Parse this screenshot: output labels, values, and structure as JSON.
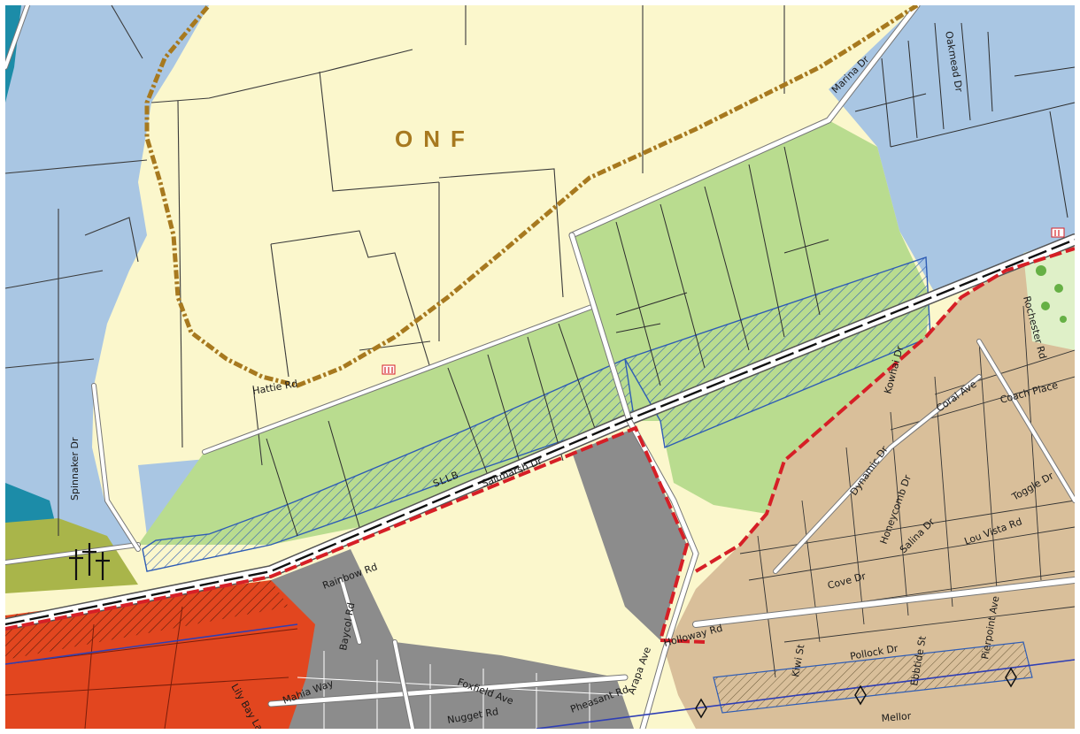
{
  "map": {
    "region_label": "ONF",
    "zone_label": "SLLB",
    "street_labels": [
      "Spinnaker Dr",
      "Marina Dr",
      "Oakmead Dr",
      "Saltmarsh Dr",
      "Rochester Rd",
      "Dynamic Dr",
      "Honeycomb Dr",
      "Salina Dr",
      "Coach Place",
      "Coral Ave",
      "Lou Vista Rd",
      "Toggle Dr",
      "Holloway Rd",
      "Cove Dr",
      "Pollock Dr",
      "Kiwi St",
      "Ebbtide St",
      "Pierpoint Ave",
      "Foxfield Ave",
      "Lily Bay Lane",
      "Mahia Way",
      "Baycol Rd",
      "Nugget Rd",
      "Arapa Ave",
      "Pheasant Rd",
      "Hattie Rd",
      "Rainbow Rd",
      "Kowhai Dr",
      "Mellor"
    ],
    "colors": {
      "rural": "#fbf7cc",
      "residential_blue": "#a9c6e3",
      "future_green": "#b9dc8f",
      "urban_tan": "#d9bf9a",
      "industrial_grey": "#8c8c8c",
      "commercial_red": "#e2461f",
      "cemetery_olive": "#a9b54a",
      "water_teal": "#1c8ca8",
      "boundary_brown": "#a7791f",
      "urban_limit_red": "#d61f26",
      "hatch_blue": "#2f5db5"
    },
    "icons": [
      "heritage-site-icon",
      "cemetery-cross-icon",
      "survey-marker-icon"
    ]
  }
}
